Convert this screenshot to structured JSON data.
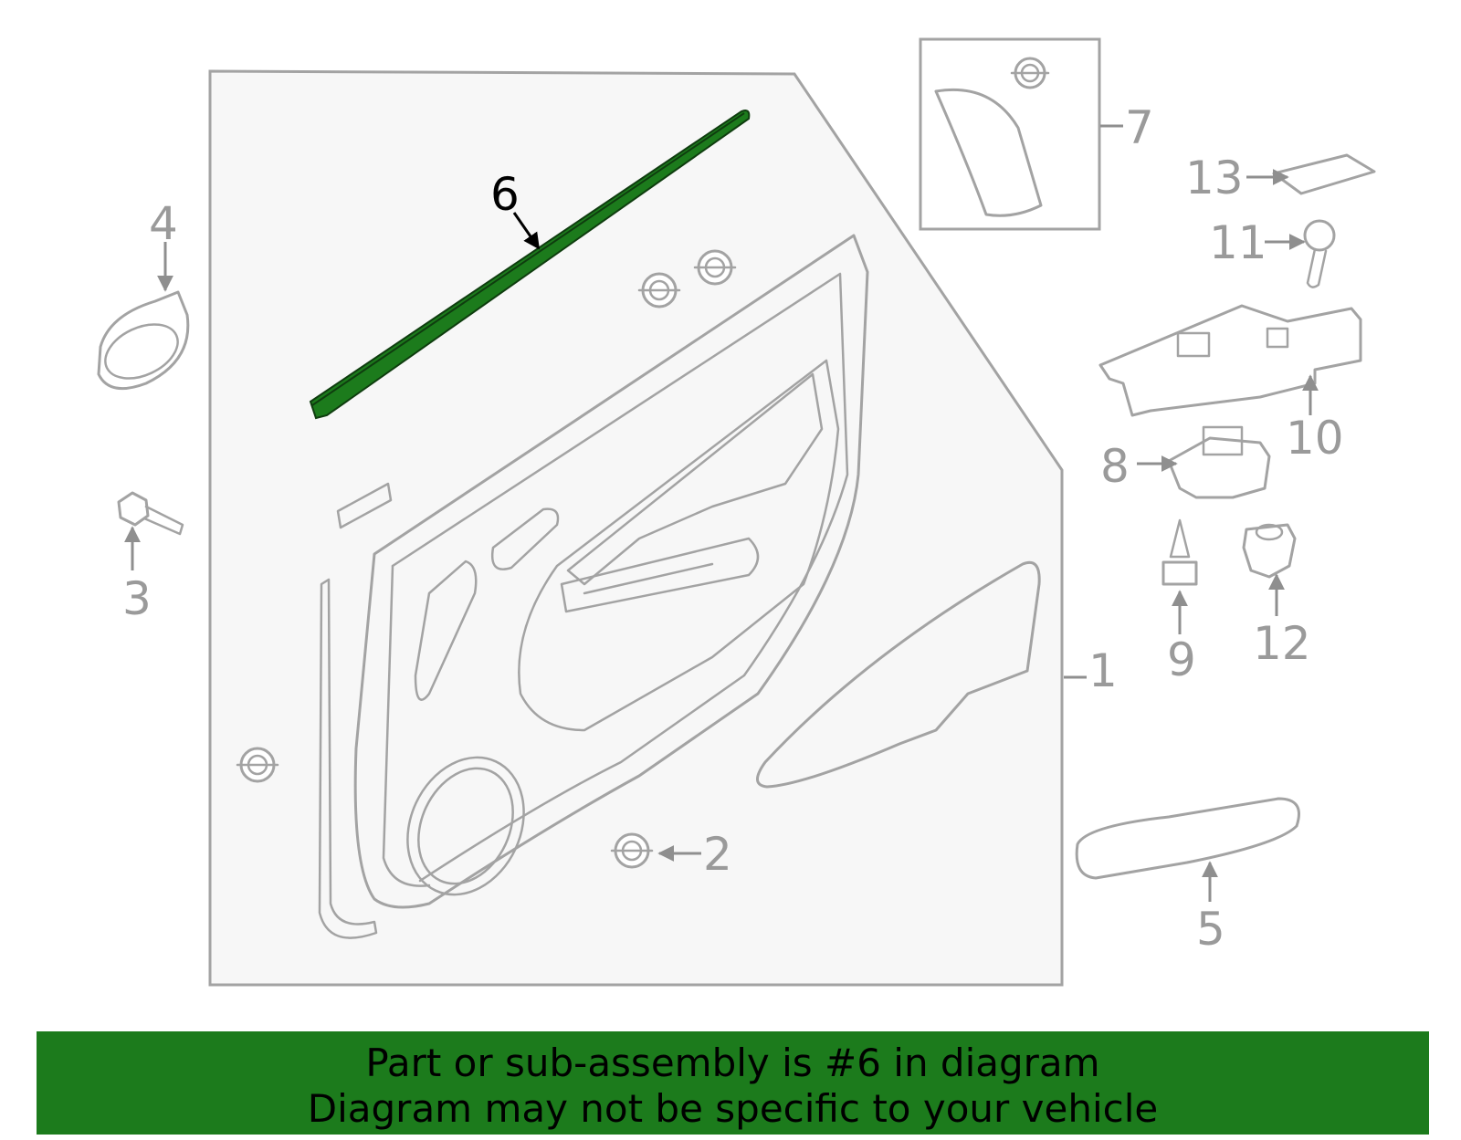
{
  "diagram": {
    "callouts": {
      "c1": "1",
      "c2": "2",
      "c3": "3",
      "c4": "4",
      "c5": "5",
      "c6": "6",
      "c7": "7",
      "c8": "8",
      "c9": "9",
      "c10": "10",
      "c11": "11",
      "c12": "12",
      "c13": "13"
    },
    "highlight_color": "#1c7b1c",
    "line_color": "#a3a3a3"
  },
  "banner": {
    "line1": "Part or sub-assembly is #6 in diagram",
    "line2": "Diagram may not be specific to your vehicle",
    "background": "#1c7b1c"
  }
}
